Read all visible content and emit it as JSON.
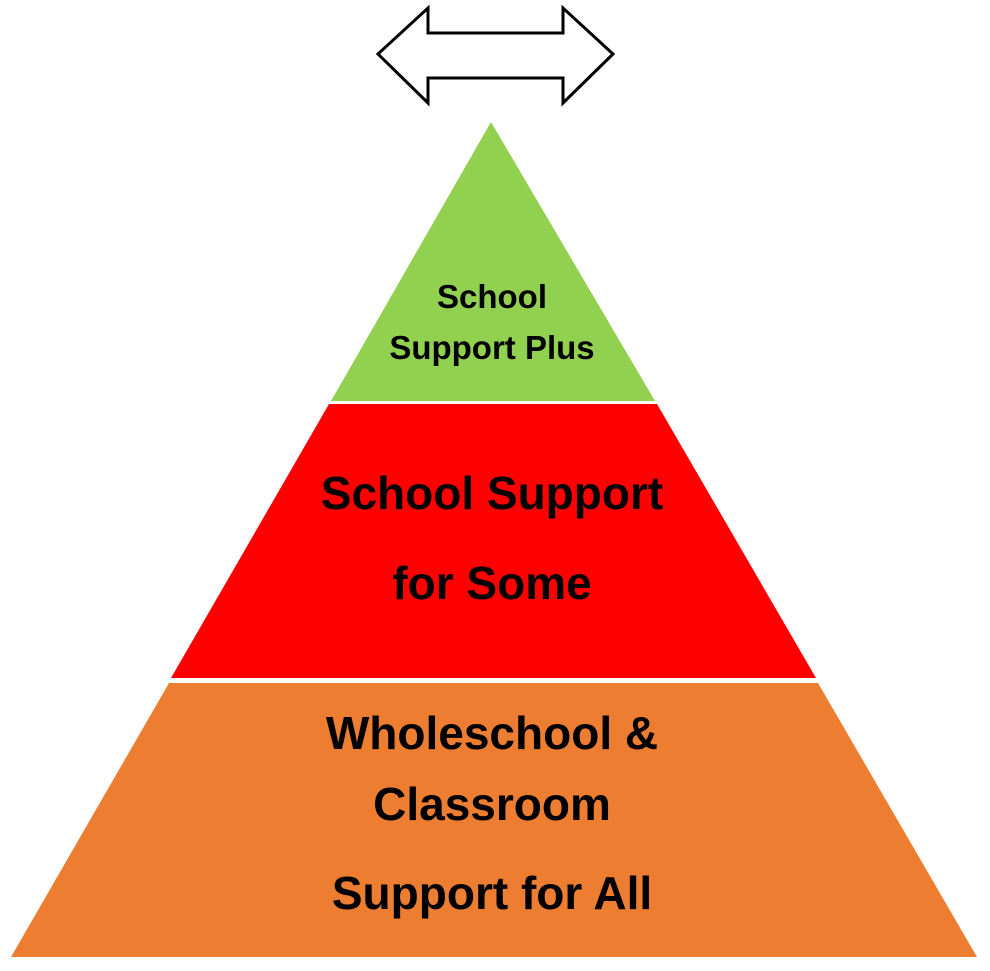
{
  "pyramid": {
    "top": {
      "lines": [
        "School",
        "Support Plus"
      ],
      "color": "#92D050"
    },
    "middle": {
      "lines": [
        "School Support",
        "for Some"
      ],
      "color": "#FF0000"
    },
    "bottom": {
      "lines": [
        "Wholeschool &",
        "Classroom",
        "Support for All"
      ],
      "color": "#ED7D31"
    }
  },
  "arrow": {
    "type": "double-headed-horizontal",
    "fill": "#FFFFFF",
    "stroke": "#000000"
  }
}
